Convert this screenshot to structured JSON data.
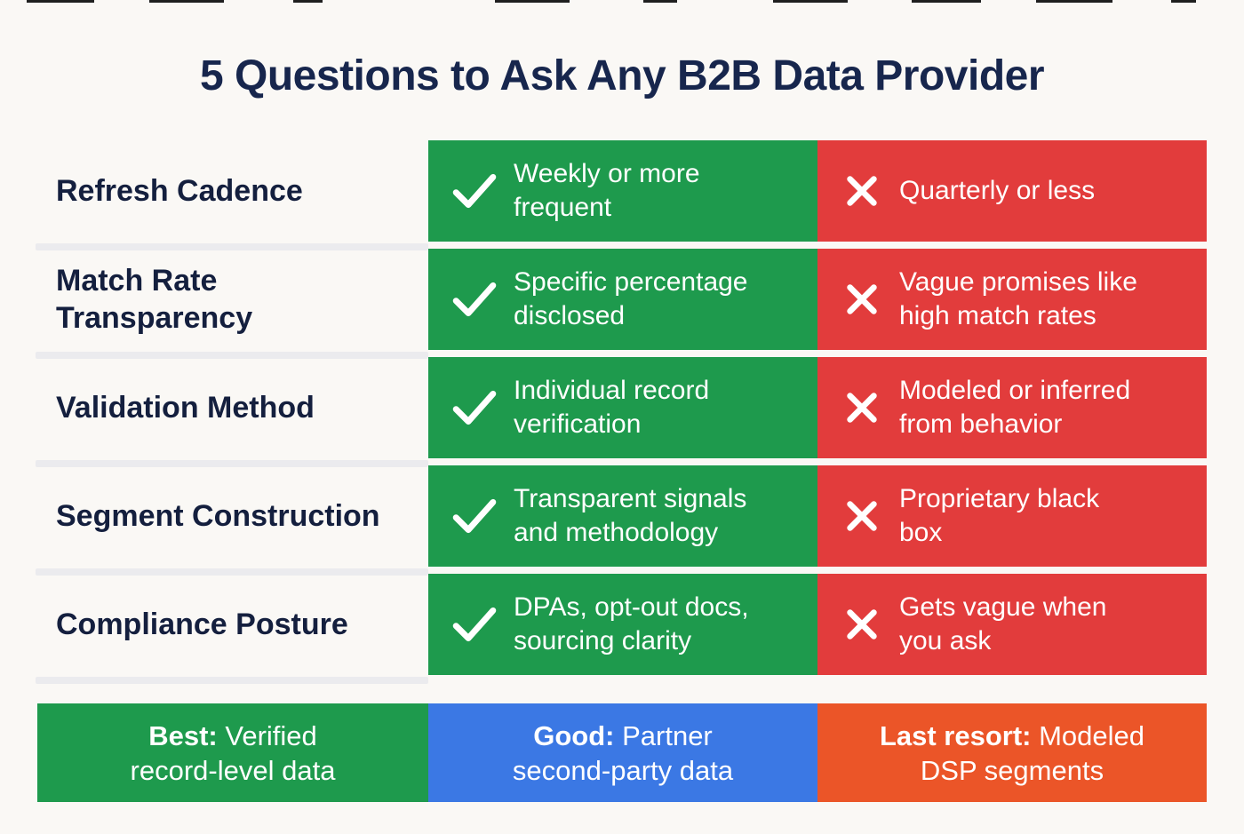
{
  "title": "5 Questions to Ask Any B2B Data Provider",
  "colors": {
    "background": "#FAF8F5",
    "heading_navy": "#17264D",
    "good_green": "#1E9A4D",
    "bad_red": "#E23C3C",
    "tier_blue": "#3B78E4",
    "tier_orange": "#EB5528",
    "divider_gray": "#EBEBEE"
  },
  "rows": [
    {
      "label": [
        "Refresh Cadence"
      ],
      "good": [
        "Weekly or more",
        "frequent"
      ],
      "bad": [
        "Quarterly or less"
      ]
    },
    {
      "label": [
        "Match Rate",
        "Transparency"
      ],
      "good": [
        "Specific percentage",
        "disclosed"
      ],
      "bad": [
        "Vague promises like",
        "high match rates"
      ]
    },
    {
      "label": [
        "Validation Method"
      ],
      "good": [
        "Individual record",
        "verification"
      ],
      "bad": [
        "Modeled or inferred",
        "from behavior"
      ]
    },
    {
      "label": [
        "Segment Construction"
      ],
      "good": [
        "Transparent signals",
        "and methodology"
      ],
      "bad": [
        "Proprietary black",
        "box"
      ]
    },
    {
      "label": [
        "Compliance Posture"
      ],
      "good": [
        "DPAs, opt-out docs,",
        "sourcing clarity"
      ],
      "bad": [
        "Gets vague when",
        "you ask"
      ]
    }
  ],
  "good_icon": "check-icon",
  "bad_icon": "x-icon",
  "legend": [
    {
      "strong": "Best:",
      "rest": " Verified",
      "line2": "record-level data"
    },
    {
      "strong": "Good:",
      "rest": " Partner",
      "line2": "second-party data"
    },
    {
      "strong": "Last resort:",
      "rest": " Modeled",
      "line2": "DSP segments"
    }
  ]
}
